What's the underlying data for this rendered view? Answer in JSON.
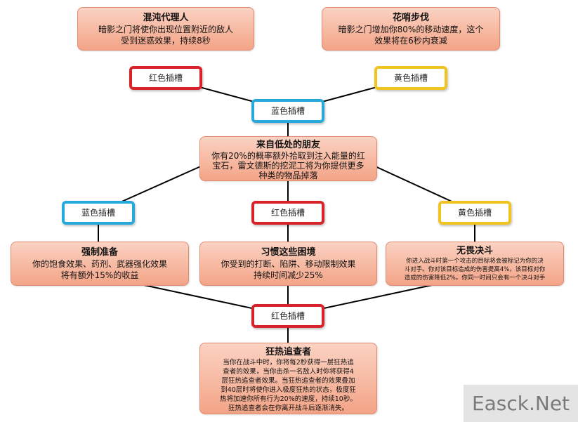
{
  "nodes": {
    "chaos_agent": {
      "title": "混沌代理人",
      "desc": [
        "暗影之门将使你出现位置附近的敌人",
        "受到迷惑效果，持续8秒"
      ]
    },
    "whistle_step": {
      "title": "花哨步伐",
      "desc": [
        "暗影之门增加你80%的移动速度，这个",
        "效果将在6秒内衰减"
      ]
    },
    "friends_low": {
      "title": "来自低处的朋友",
      "desc": [
        "你有20%的概率额外拾取到注入能量的红",
        "宝石，雷文德斯的挖泥工将为你提供更多",
        "种类的物品掉落"
      ]
    },
    "forced_prep": {
      "title": "强制准备",
      "desc": [
        "你的饱食效果、药剂、武器强化效果",
        "将有额外15%的收益"
      ]
    },
    "used_to_hardship": {
      "title": "习惯这些困境",
      "desc": [
        "你受到的打断、陷阱、移动限制效果",
        "持续时间减少25%"
      ]
    },
    "fearless_duel": {
      "title": "无畏决斗",
      "desc": [
        "你进入战斗时第一个攻击的目标将会被标记为你的决",
        "斗对手。你对该目标造成的伤害提高4%，该目标对你",
        "造成的伤害降低2%。你同一时间只会有一个决斗对手"
      ]
    },
    "fanatic_seeker": {
      "title": "狂热追查者",
      "desc": [
        "当你在战斗中时，你将每2秒获得一层狂热追",
        "查者的效果，当你击杀一名敌人时你将获得4",
        "层狂热追查者效果。当狂热追查者的效果叠加",
        "到40层时将使你进入极度狂热的状态，极度狂",
        "热将加速你所有行为20%的速度，持续10秒。",
        "狂热追查者会在你离开战斗后逐渐消失。"
      ]
    }
  },
  "slots": {
    "red": "红色插槽",
    "blue": "蓝色插槽",
    "yellow": "黄色插槽"
  },
  "colors": {
    "red_slot": "#d9232a",
    "blue_slot": "#27a9dc",
    "yellow_slot": "#f0c420",
    "node_fill": "#f3a487"
  },
  "watermark": "Easck.Net"
}
